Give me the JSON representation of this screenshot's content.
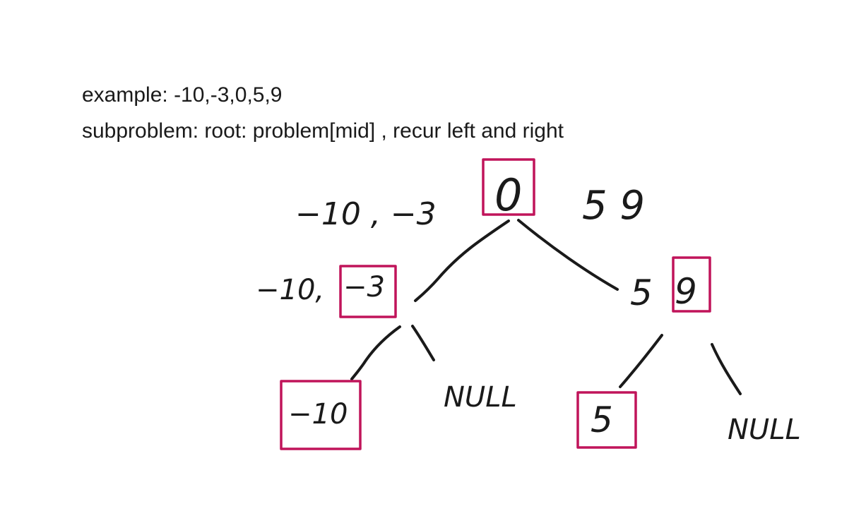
{
  "notes": {
    "example": "example: -10,-3,0,5,9",
    "subproblem": "subproblem: root: problem[mid] , recur left and right"
  },
  "tree": {
    "root_left_list": "−10 , −3",
    "root": "0",
    "root_right_list": "5   9",
    "left_list": "−10,",
    "left_node": "−3",
    "right_list": "5",
    "right_node": "9",
    "left_left_node": "−10",
    "left_right_null": "NULL",
    "right_left_node": "5",
    "right_right_null": "NULL"
  },
  "colors": {
    "ink": "#1a1a1a",
    "highlight_box": "#c0145a",
    "background": "#ffffff"
  }
}
